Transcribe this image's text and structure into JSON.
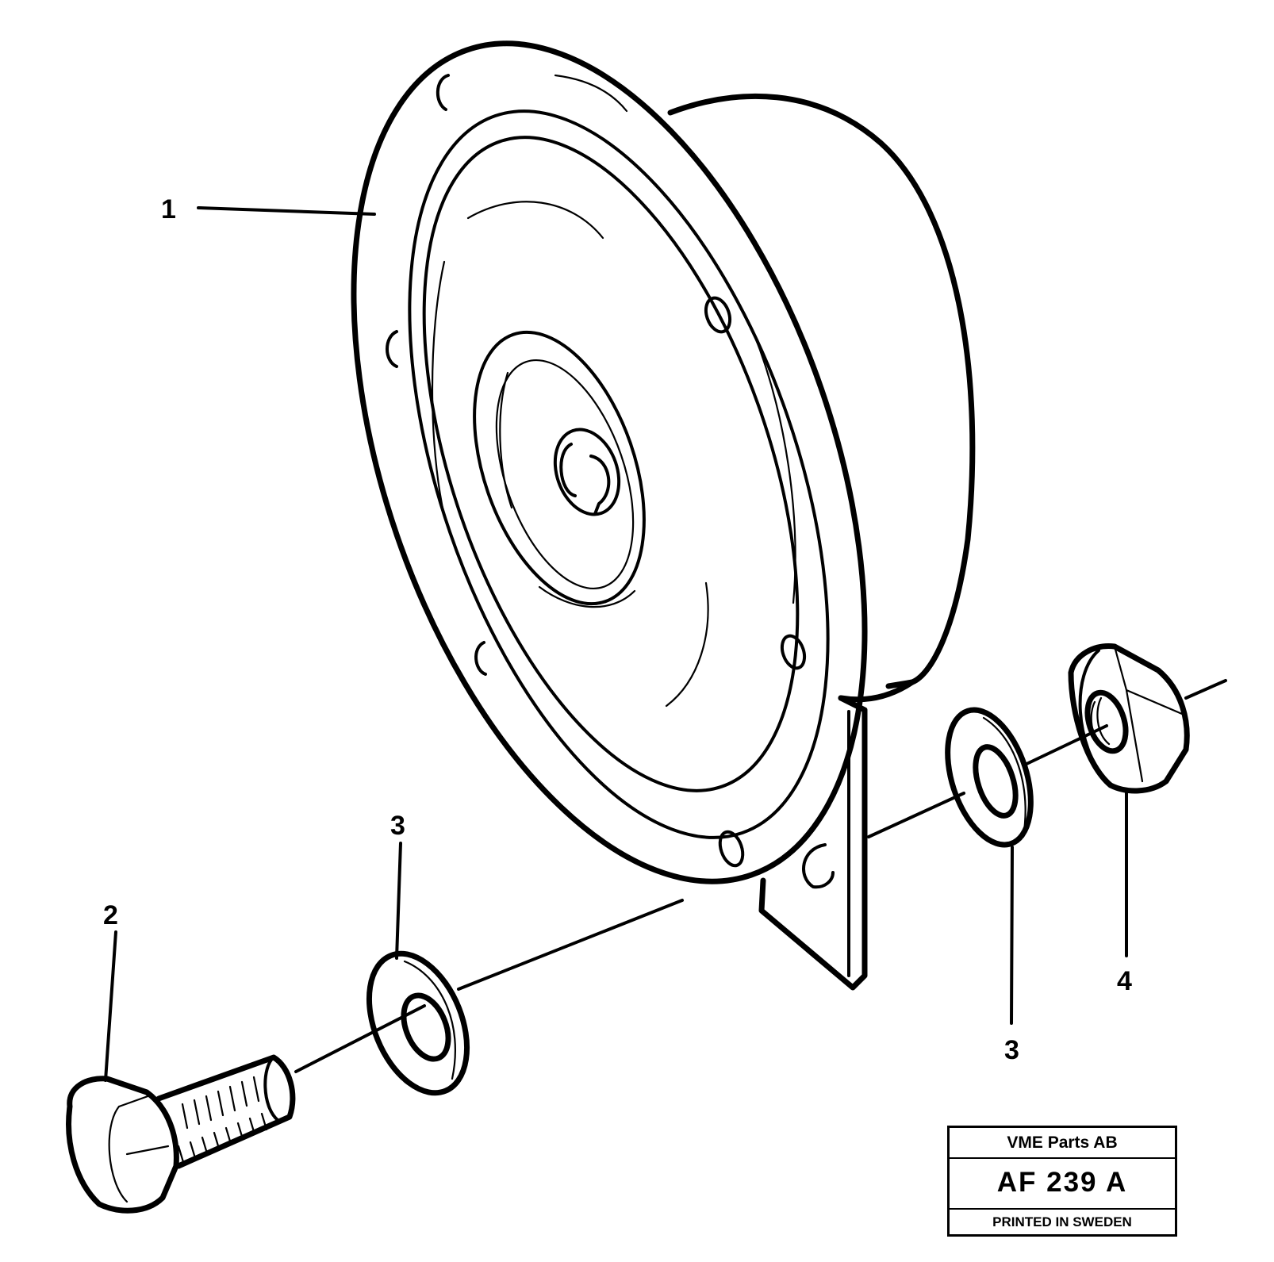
{
  "callouts": [
    {
      "id": "c1",
      "label": "1"
    },
    {
      "id": "c2",
      "label": "2"
    },
    {
      "id": "c3a",
      "label": "3"
    },
    {
      "id": "c3b",
      "label": "3"
    },
    {
      "id": "c4",
      "label": "4"
    }
  ],
  "title_block": {
    "company": "VME Parts AB",
    "code": "AF 239 A",
    "footer": "PRINTED IN SWEDEN"
  }
}
